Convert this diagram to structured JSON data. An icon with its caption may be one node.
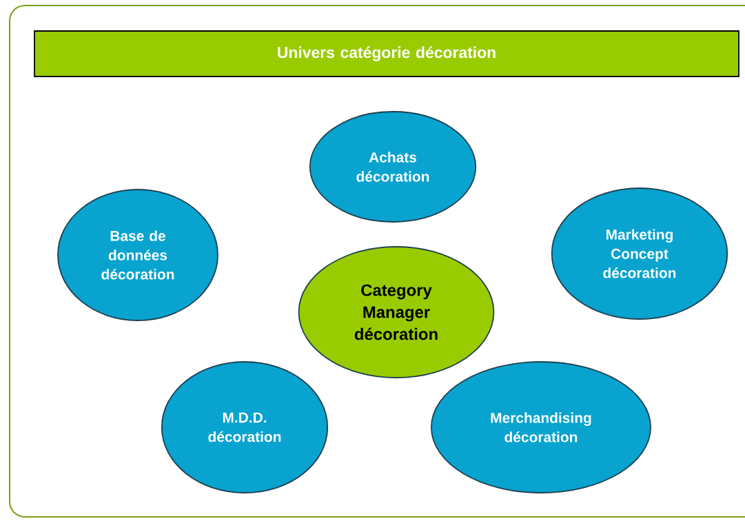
{
  "diagram": {
    "nodes": [
      {
        "text": [
          "Univers catégorie décoration"
        ]
      },
      {
        "text": [
          "Achats décoration"
        ]
      },
      {
        "text": [
          "Base de données décoration"
        ]
      },
      {
        "text": [
          "Marketing Concept décoration"
        ]
      },
      {
        "text": [
          "Category Manager décoration"
        ]
      },
      {
        "text": [
          "M.D.D. décoration"
        ]
      },
      {
        "text": [
          "Merchandising décoration"
        ]
      }
    ]
  }
}
